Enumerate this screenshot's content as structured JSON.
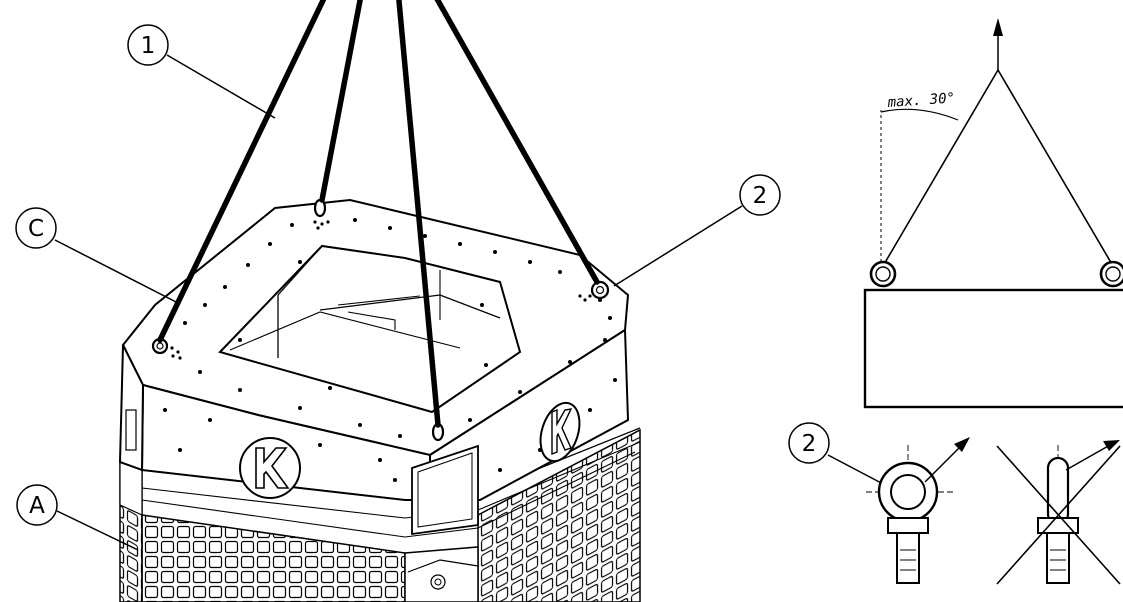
{
  "callouts": {
    "sling": "1",
    "eyebolt": "2",
    "eyebolt_detail": "2",
    "frame": "C",
    "grille": "A"
  },
  "angle_label": "max. 30°",
  "logo_letter": "K",
  "colors": {
    "ink": "#000000",
    "paper": "#ffffff",
    "grille": "#ffffff"
  },
  "icons": [
    "eyebolt-correct-icon",
    "eyebolt-incorrect-icon",
    "lift-direction-arrow-icon",
    "brand-logo-k"
  ]
}
